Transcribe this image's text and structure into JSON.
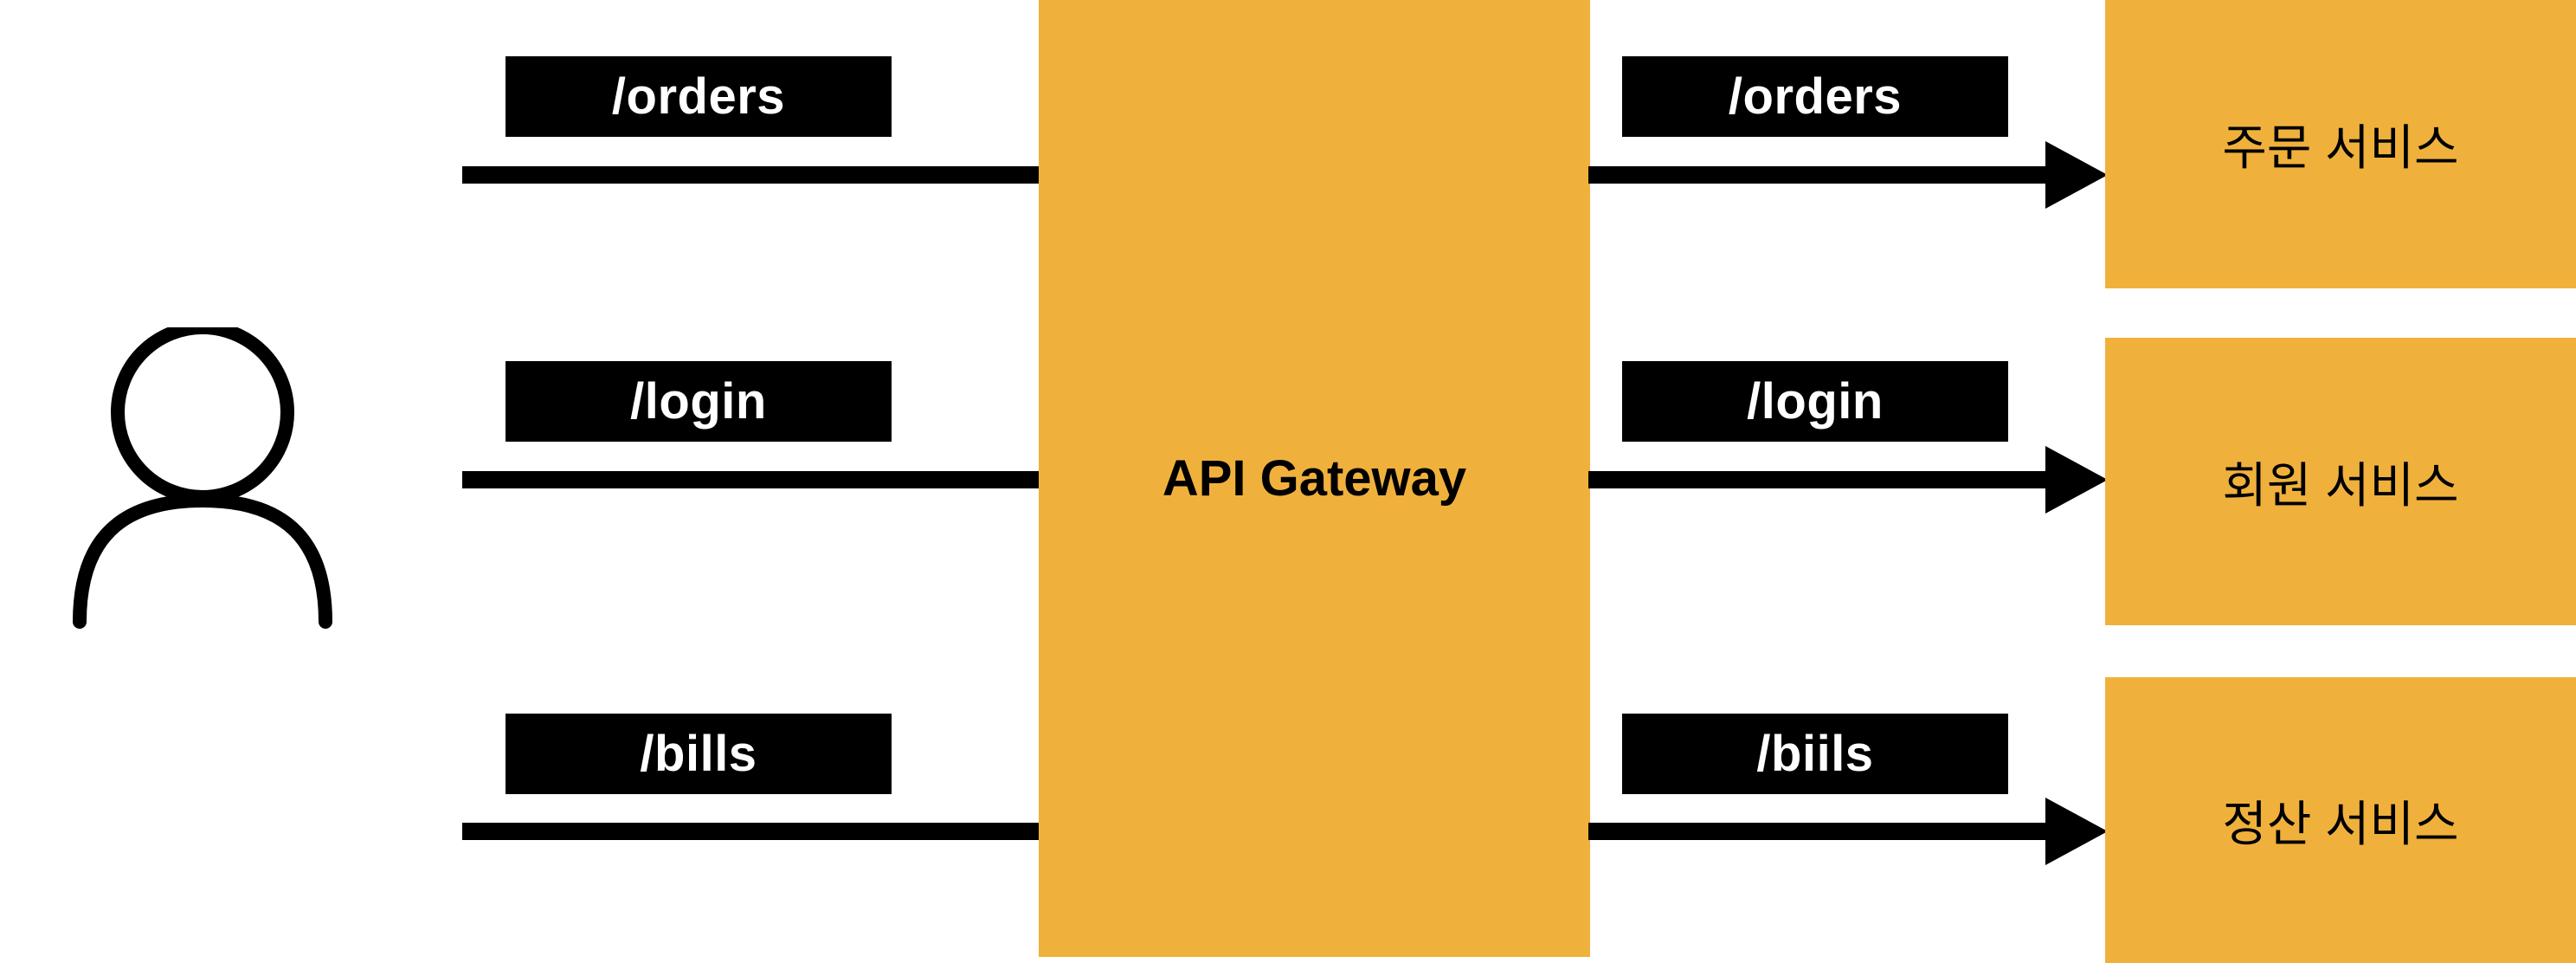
{
  "gateway": {
    "label": "API Gateway"
  },
  "incoming_routes": [
    {
      "path": "/orders"
    },
    {
      "path": "/login"
    },
    {
      "path": "/bills"
    }
  ],
  "outgoing_routes": [
    {
      "path": "/orders"
    },
    {
      "path": "/login"
    },
    {
      "path": "/biils"
    }
  ],
  "services": [
    {
      "name": "주문 서비스"
    },
    {
      "name": "회원 서비스"
    },
    {
      "name": "정산 서비스"
    }
  ],
  "client": {
    "icon": "user-icon"
  },
  "colors": {
    "box_fill": "#F0B13C",
    "label_fill": "#000000",
    "label_text": "#FFFFFF",
    "line": "#000000"
  }
}
